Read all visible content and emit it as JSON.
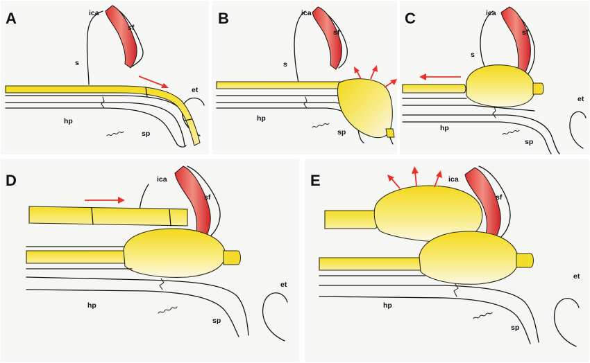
{
  "panels": {
    "A": {
      "letter": "A",
      "labels": {
        "ica": "ica",
        "sf": "sf",
        "s": "s",
        "et": "et",
        "hp": "hp",
        "sp": "sp"
      }
    },
    "B": {
      "letter": "B",
      "labels": {
        "ica": "ica",
        "sf": "sf",
        "s": "s",
        "hp": "hp",
        "sp": "sp"
      }
    },
    "C": {
      "letter": "C",
      "labels": {
        "ica": "ica",
        "sf": "sf",
        "s": "s",
        "et": "et",
        "hp": "hp",
        "sp": "sp"
      }
    },
    "D": {
      "letter": "D",
      "labels": {
        "ica": "ica",
        "sf": "sf",
        "et": "et",
        "hp": "hp",
        "sp": "sp"
      }
    },
    "E": {
      "letter": "E",
      "labels": {
        "ica": "ica",
        "sf": "sf",
        "et": "et",
        "hp": "hp",
        "sp": "sp"
      }
    }
  },
  "colors": {
    "catheter_yellow": "#f2df2a",
    "balloon_pale": "#fbf3c8",
    "artery_red": "#d8262a",
    "arrow_red": "#e8312a",
    "ink": "#161616"
  }
}
